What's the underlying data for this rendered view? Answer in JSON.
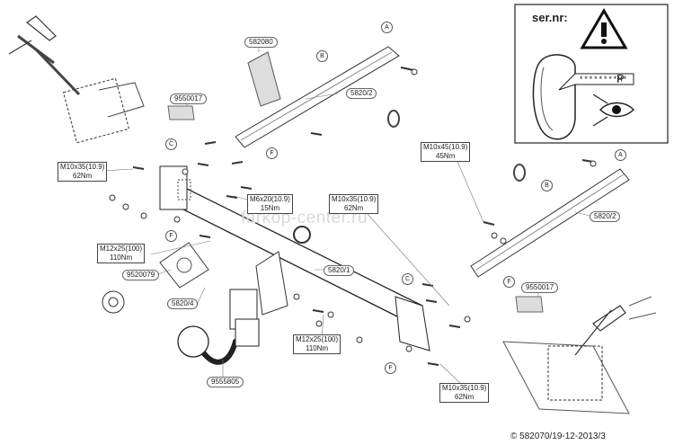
{
  "watermark": "farkop-center.ru",
  "footer": "© 582070/19-12-2013/3",
  "serial_box": {
    "title": "ser.nr:",
    "warning_icon": "warning-triangle-icon",
    "plate_text": "********M*",
    "plate_letter": "P",
    "eye_icon": "eye-icon"
  },
  "parts": {
    "manual_left": "9550017",
    "manual_right": "9550017",
    "bracket_card": "582080",
    "side_left": "5820/2",
    "side_right": "5820/2",
    "crossbar": "5820/1",
    "bracket": "5820/4",
    "socket_plate": "9520079",
    "ball": "9555805"
  },
  "torques": {
    "t1": {
      "bolt": "M10x35(10.9)",
      "torque": "62Nm"
    },
    "t2": {
      "bolt": "M6x20(10.9)",
      "torque": "15Nm"
    },
    "t3": {
      "bolt": "M10x35(10.9)",
      "torque": "62Nm"
    },
    "t4": {
      "bolt": "M10x45(10.9)",
      "torque": "45Nm"
    },
    "t5": {
      "bolt": "M12x25(100)",
      "torque": "110Nm"
    },
    "t6": {
      "bolt": "M12x25(100)",
      "torque": "110Nm"
    },
    "t7": {
      "bolt": "M10x35(10.9)",
      "torque": "62Nm"
    }
  },
  "refs": {
    "A": "A",
    "B": "B",
    "C": "C",
    "F": "F"
  }
}
